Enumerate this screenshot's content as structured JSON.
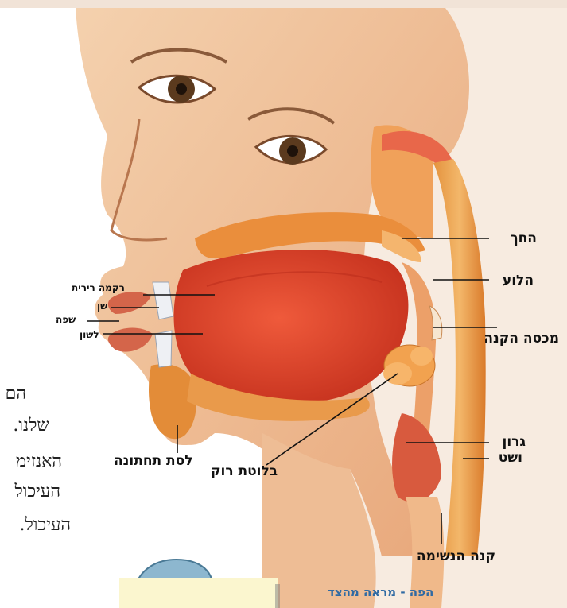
{
  "labels": {
    "palate": "החך",
    "pharynx": "הלוע",
    "epiglottis": "מכסה הקנה",
    "larynx": "גרון",
    "esophagus": "ושט",
    "trachea": "קנה הנשימה",
    "salivary_gland": "בלוטת רוק",
    "lower_jaw": "לסת תחתונה",
    "mucosa": "רקמה רירית",
    "tooth": "שן",
    "lip": "שפה",
    "tongue": "לשון"
  },
  "caption": "הפה - מראה מהצד",
  "side_text": [
    "הם",
    "שלנו.",
    "האנזימ",
    "העיכול",
    "העיכול."
  ],
  "colors": {
    "accent_caption": "#2f6aa3",
    "card_fill": "#fbf6cf",
    "panel_bg": "#f7ebe0",
    "tissue_red": "#e0492e",
    "tissue_orange": "#e88a2c",
    "skin": "#f1c29c"
  }
}
